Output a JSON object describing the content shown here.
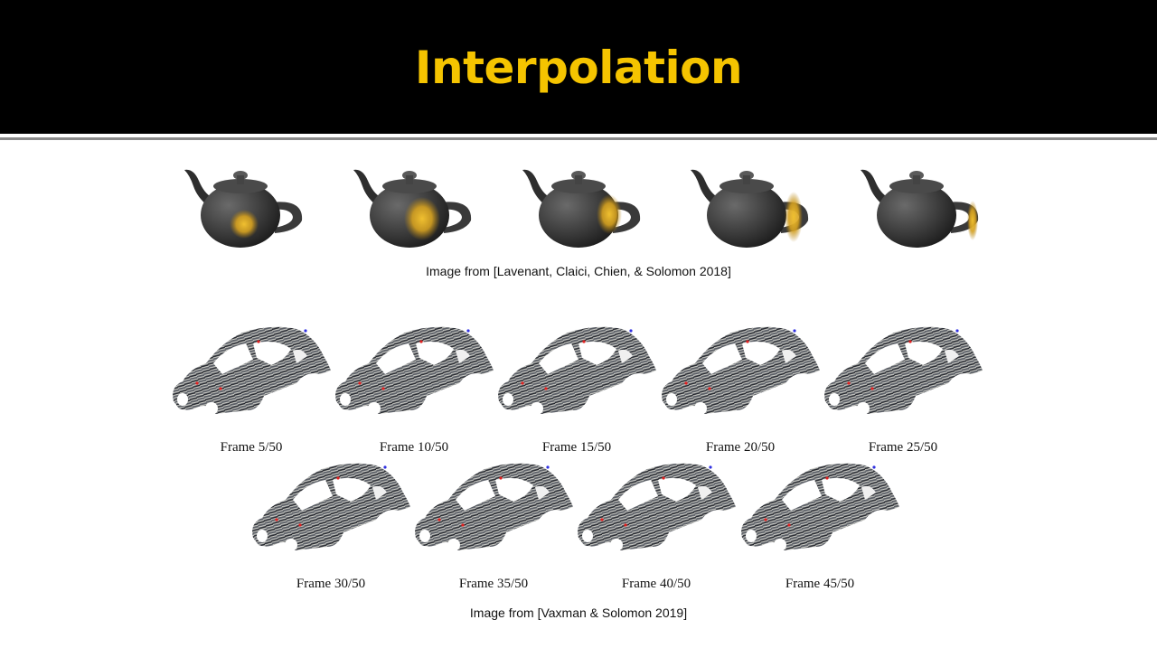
{
  "slide": {
    "title": "Interpolation"
  },
  "teapots": {
    "caption": "Image from [Lavenant, Claici, Chien, & Solomon 2018]",
    "highlight_color": "#e0b020",
    "count": 5
  },
  "cars": {
    "caption": "Image from [Vaxman & Solomon 2019]",
    "frames": [
      "Frame 5/50",
      "Frame 10/50",
      "Frame 15/50",
      "Frame 20/50",
      "Frame 25/50",
      "Frame 30/50",
      "Frame 35/50",
      "Frame 40/50",
      "Frame 45/50"
    ]
  },
  "colors": {
    "title": "#f5c400",
    "header_bg": "#000000"
  }
}
